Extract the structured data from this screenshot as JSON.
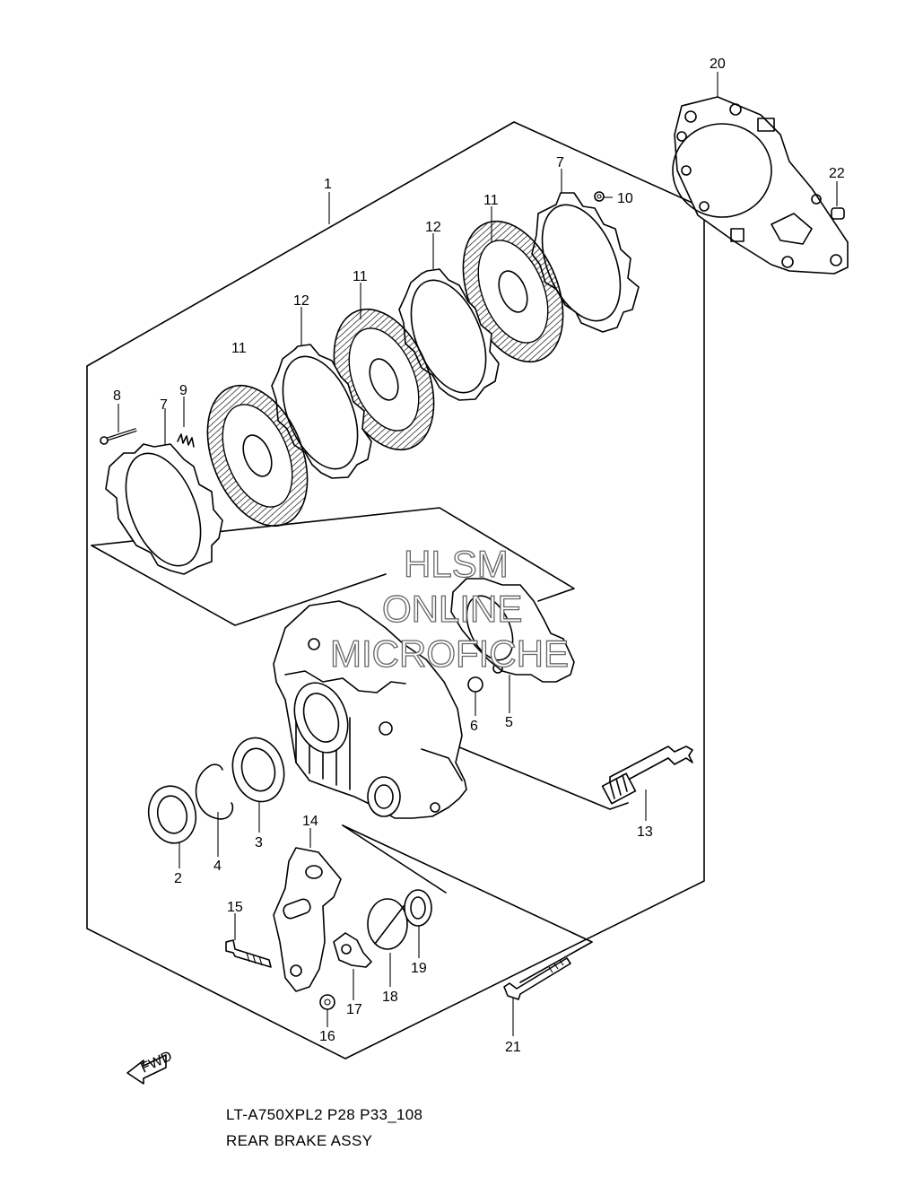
{
  "diagram": {
    "model_code": "LT-A750XPL2 P28 P33_108",
    "assembly_title": "REAR BRAKE ASSY",
    "fwd_label": "FWD",
    "watermark": [
      "HLSM",
      "ONLINE",
      "MICROFICHE"
    ],
    "callouts": [
      "1",
      "2",
      "3",
      "4",
      "5",
      "6",
      "7",
      "7",
      "8",
      "9",
      "10",
      "11",
      "11",
      "11",
      "12",
      "12",
      "13",
      "14",
      "15",
      "16",
      "17",
      "18",
      "19",
      "20",
      "21",
      "22"
    ]
  }
}
